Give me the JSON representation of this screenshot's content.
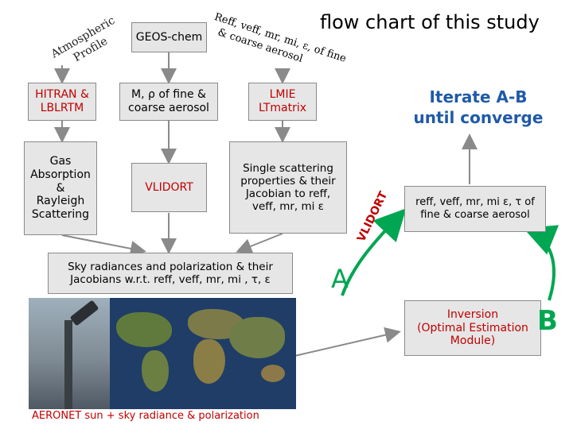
{
  "title": "flow chart of this study",
  "atm_profile": {
    "word1": "Atmospheric",
    "word2": "Profile"
  },
  "geos_chem": "GEOS-chem",
  "lmie_inputs": {
    "line1": "Reff, veff, mr, mi, ε, of fine",
    "line2": "& coarse aerosol"
  },
  "hitran": "HITRAN &\nLBLRTM",
  "m_rho": "M, ρ of fine &\ncoarse aerosol",
  "lmie": "LMIE\nLTmatrix",
  "iterate": "Iterate A-B\nuntil converge",
  "gas": "Gas\nAbsorption\n&\nRayleigh\nScattering",
  "vlidort_box": "VLIDORT",
  "single_scattering": "Single scattering\nproperties & their\nJacobian to reff,\nveff, mr, mi ε",
  "vlidort_arrow": "VLIDORT",
  "params": "reff, veff, mr, mi ε, τ of\nfine & coarse aerosol",
  "sky": "Sky radiances and polarization & their\nJacobians w.r.t. reff, veff, mr, mi , τ, ε",
  "label_a": "A",
  "inversion": "Inversion\n(Optimal Estimation\nModule)",
  "label_b": "B",
  "aeronet": "AERONET sun + sky radiance & polarization",
  "colors": {
    "box_fill": "#e6e6e6",
    "box_border": "#8a8a8a",
    "accent_red": "#c00000",
    "accent_blue": "#1f5aa8",
    "loop_green": "#00a651",
    "arrow_gray": "#808080"
  }
}
